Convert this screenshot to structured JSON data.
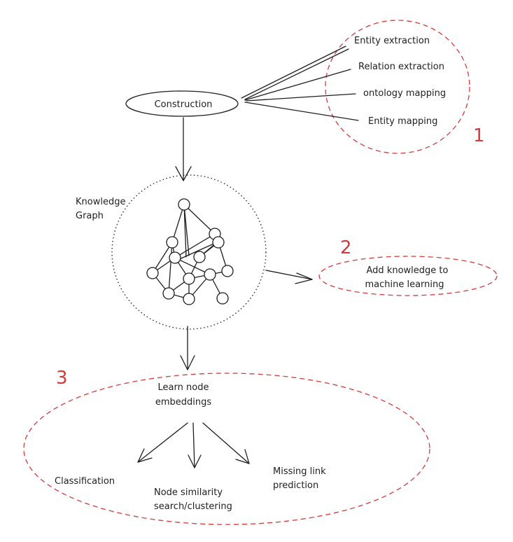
{
  "construction": {
    "label": "Construction"
  },
  "group1": {
    "number": "1",
    "items": [
      "Entity extraction",
      "Relation extraction",
      "ontology mapping",
      "Entity mapping"
    ]
  },
  "knowledge_graph": {
    "label_line1": "Knowledge",
    "label_line2": "Graph"
  },
  "group2": {
    "number": "2",
    "line1": "Add knowledge to",
    "line2": "machine learning"
  },
  "group3": {
    "number": "3",
    "center_line1": "Learn node",
    "center_line2": "embeddings",
    "classification": "Classification",
    "similarity_line1": "Node similarity",
    "similarity_line2": "search/clustering",
    "missing_line1": "Missing link",
    "missing_line2": "prediction"
  }
}
